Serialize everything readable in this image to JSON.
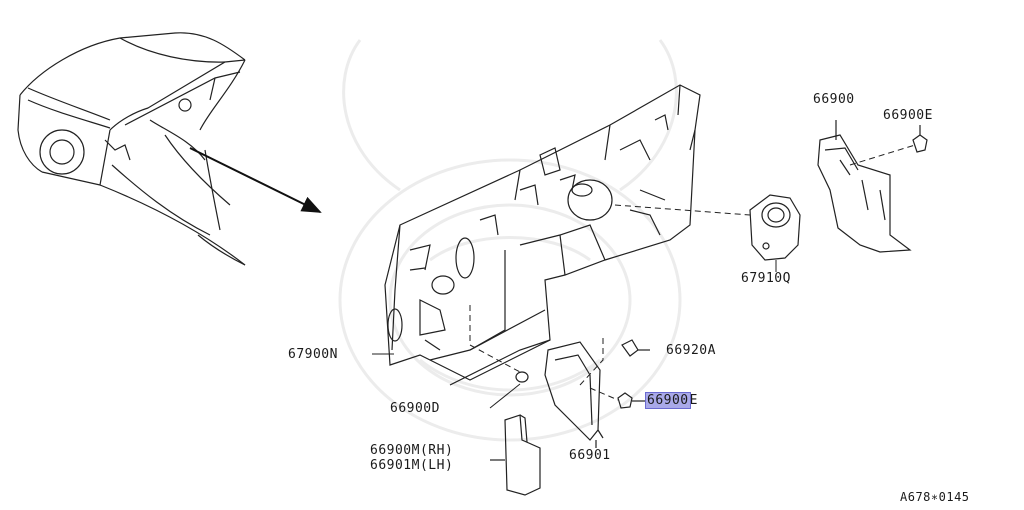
{
  "diagram": {
    "callouts": [
      {
        "id": "p66900",
        "text": "66900"
      },
      {
        "id": "p66900E_top",
        "text": "66900E"
      },
      {
        "id": "p67910Q",
        "text": "67910Q"
      },
      {
        "id": "p66920A",
        "text": "66920A"
      },
      {
        "id": "p67900N",
        "text": "67900N"
      },
      {
        "id": "p66900D",
        "text": "66900D"
      },
      {
        "id": "p66900E_hl_a",
        "text": "66900"
      },
      {
        "id": "p66900E_hl_b",
        "text": "E"
      },
      {
        "id": "p66900M",
        "text": "66900M(RH)"
      },
      {
        "id": "p66901M",
        "text": "66901M(LH)"
      },
      {
        "id": "p66901",
        "text": "66901"
      }
    ],
    "figure_code": "A678∗0145",
    "highlight_color": "#a9a9e9"
  }
}
